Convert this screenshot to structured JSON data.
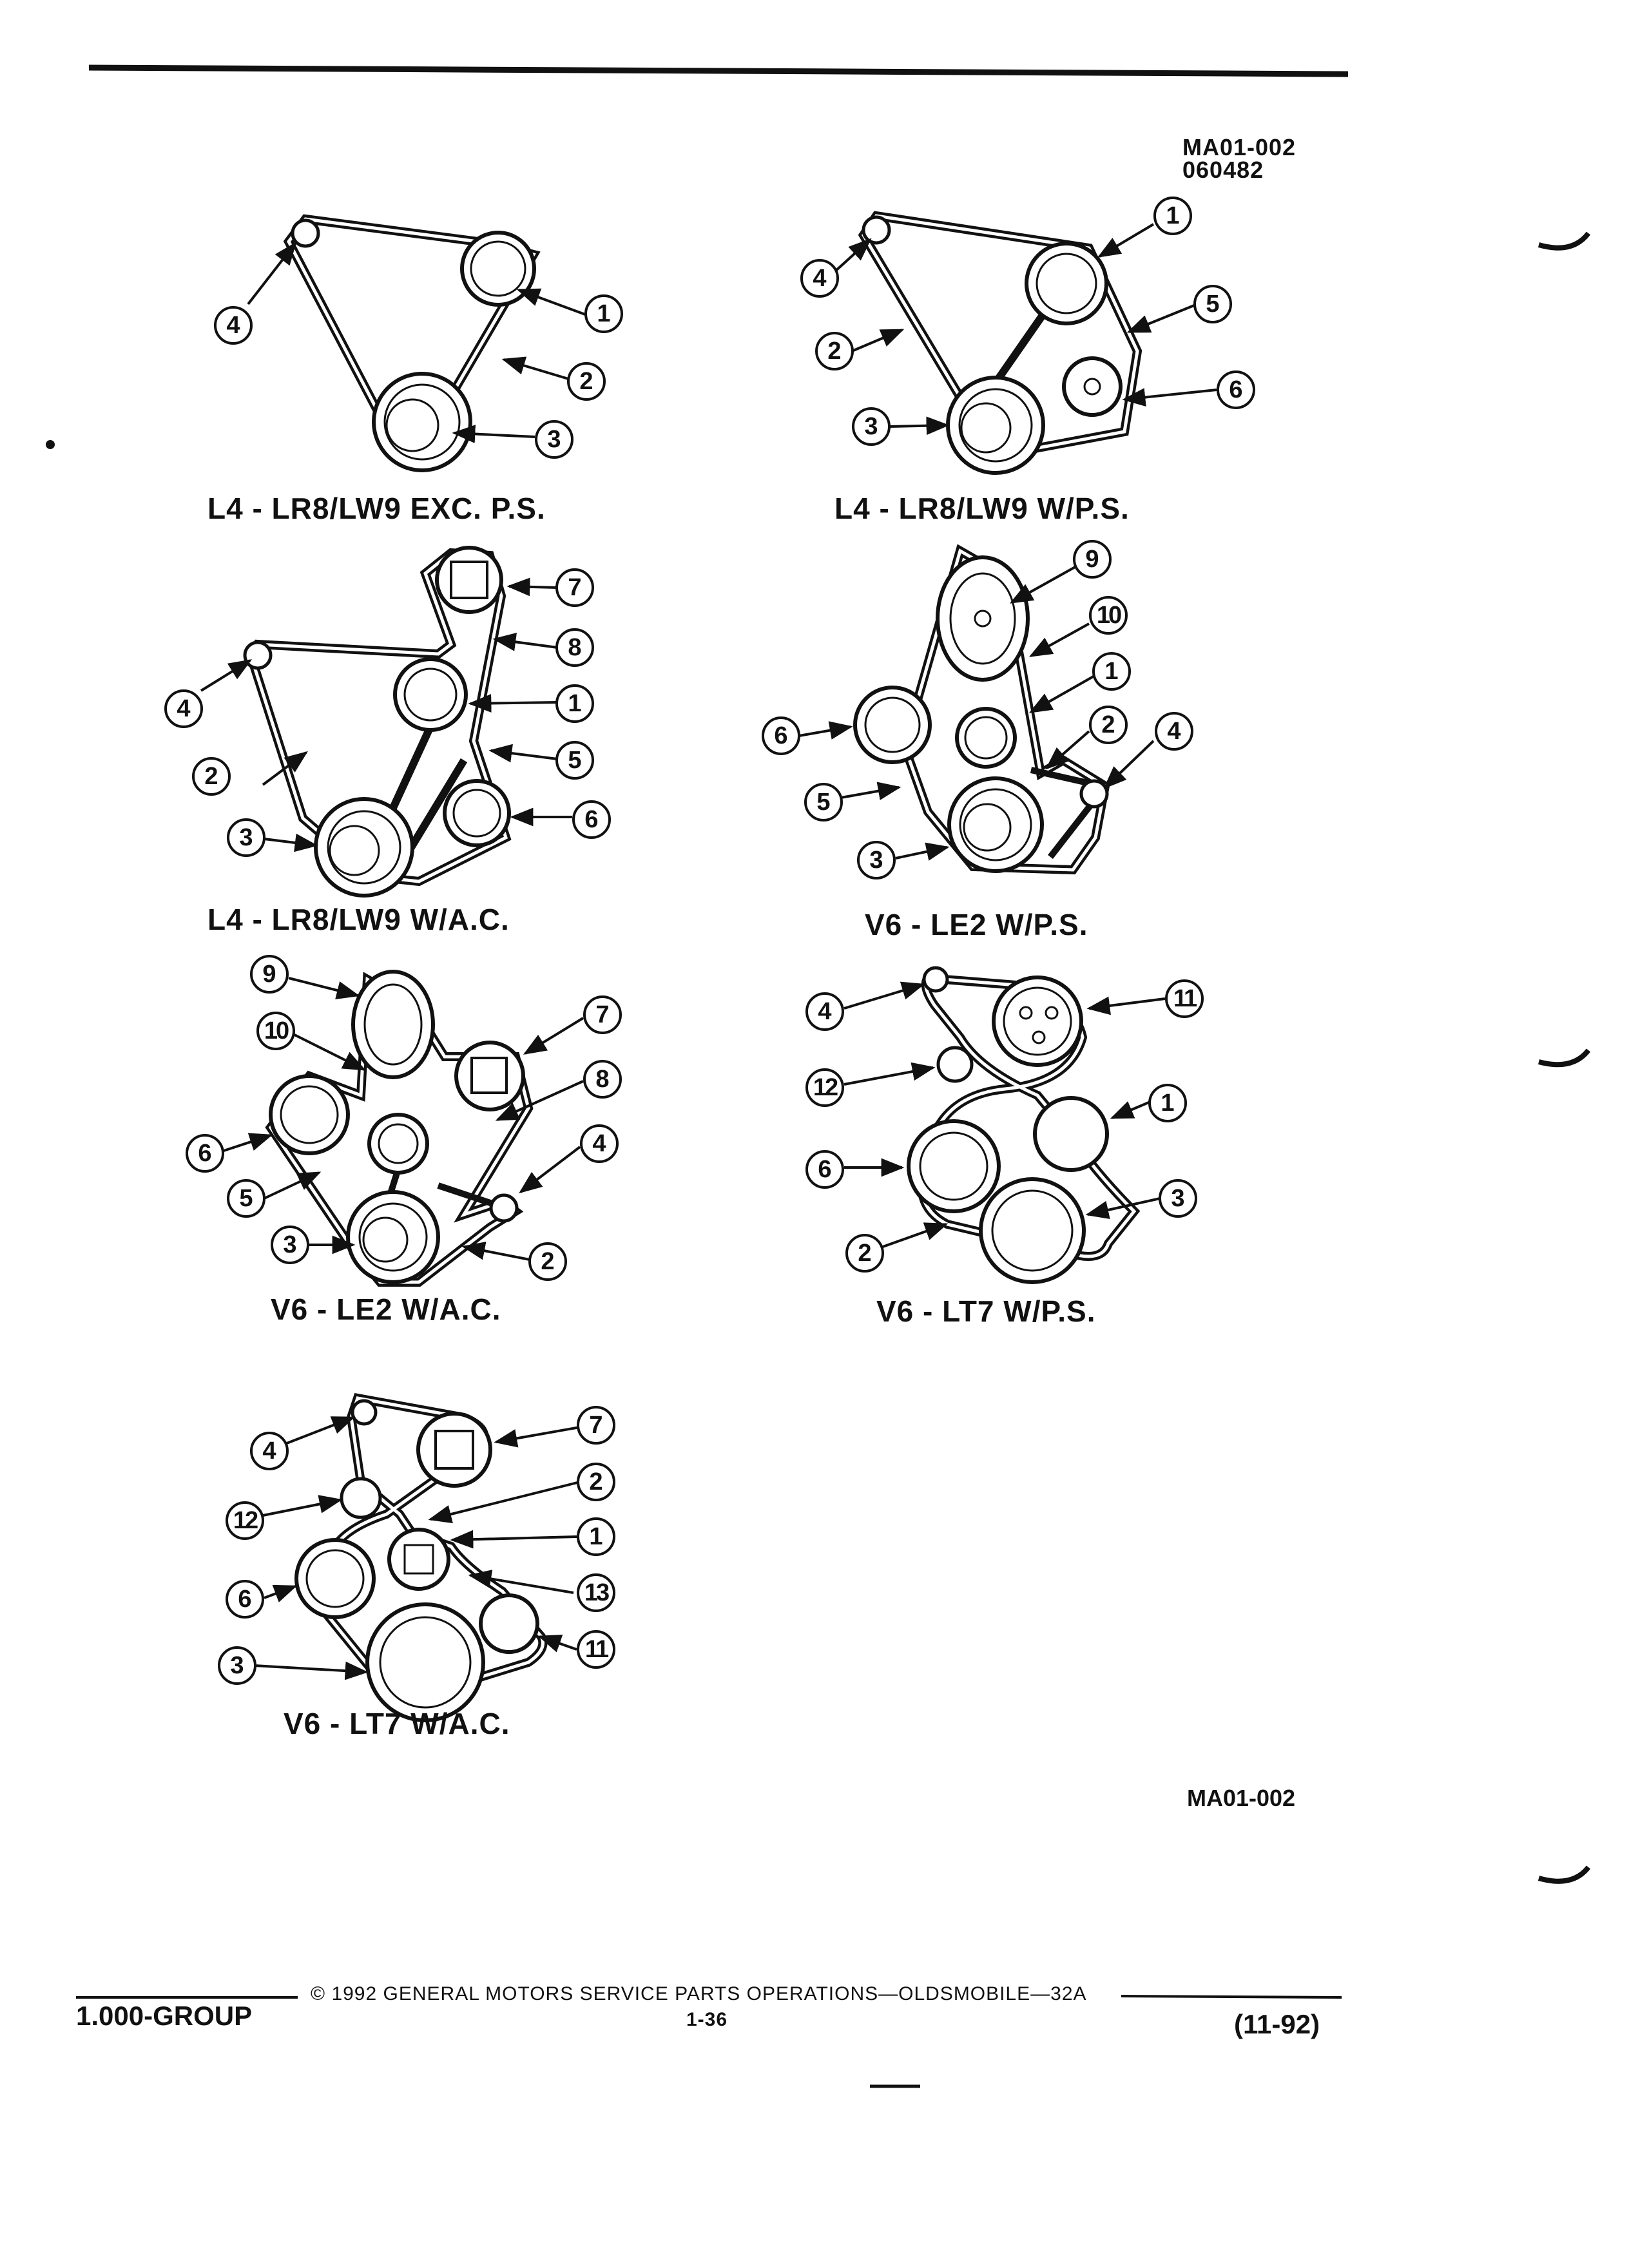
{
  "header": {
    "ref_code": "MA01-002",
    "ref_number": "060482"
  },
  "diagrams": [
    {
      "caption": "L4 - LR8/LW9 EXC. P.S.",
      "callouts": [
        "1",
        "2",
        "3",
        "4"
      ]
    },
    {
      "caption": "L4 - LR8/LW9 W/P.S.",
      "callouts": [
        "1",
        "2",
        "3",
        "4",
        "5",
        "6"
      ]
    },
    {
      "caption": "L4 - LR8/LW9 W/A.C.",
      "callouts": [
        "1",
        "2",
        "3",
        "4",
        "5",
        "6",
        "7",
        "8"
      ]
    },
    {
      "caption": "V6 - LE2 W/P.S.",
      "callouts": [
        "1",
        "2",
        "3",
        "4",
        "5",
        "6",
        "9",
        "10"
      ]
    },
    {
      "caption": "V6 - LE2 W/A.C.",
      "callouts": [
        "2",
        "3",
        "4",
        "5",
        "6",
        "7",
        "8",
        "9",
        "10"
      ]
    },
    {
      "caption": "V6 - LT7 W/P.S.",
      "callouts": [
        "1",
        "2",
        "3",
        "4",
        "6",
        "11",
        "12"
      ]
    },
    {
      "caption": "V6 - LT7 W/A.C.",
      "callouts": [
        "1",
        "2",
        "3",
        "4",
        "6",
        "7",
        "11",
        "12",
        "13"
      ]
    }
  ],
  "figure_ref": "MA01-002",
  "footer": {
    "group": "1.000-GROUP",
    "copyright": "© 1992 GENERAL MOTORS SERVICE PARTS OPERATIONS—OLDSMOBILE—32A",
    "page": "1-36",
    "date": "(11-92)"
  }
}
